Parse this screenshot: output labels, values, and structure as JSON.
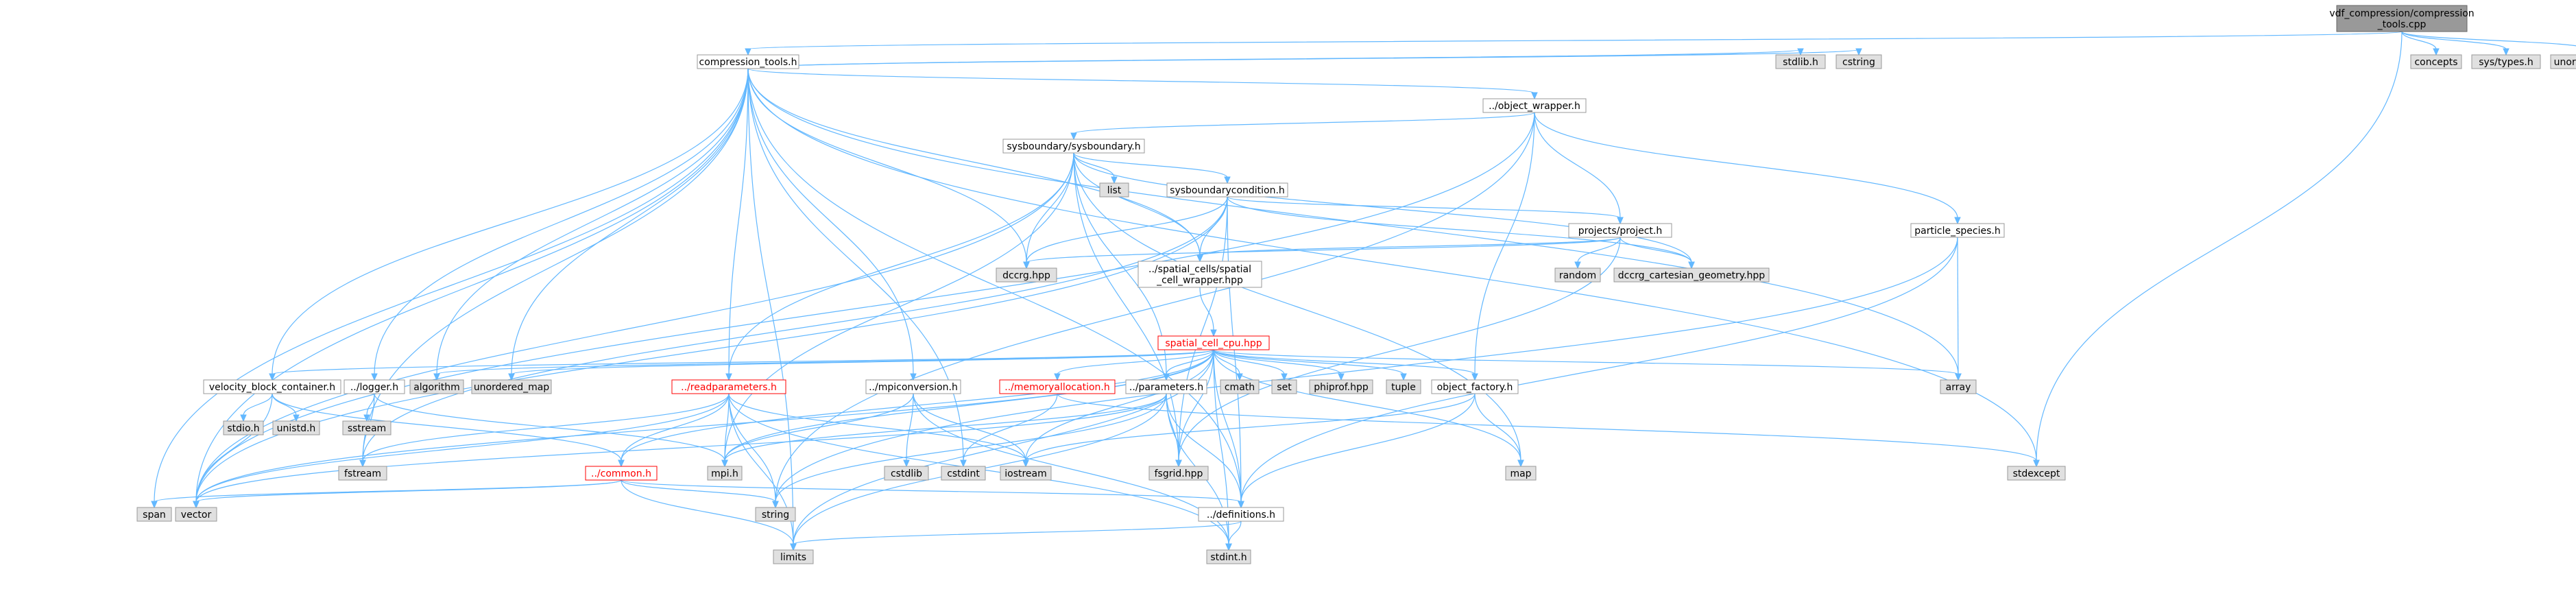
{
  "colors": {
    "edge": "#63b8ff",
    "node_border": "#999999",
    "root_fill": "#999999",
    "external_fill": "#e0e0e0",
    "error_text": "#ff0000"
  },
  "nodes": {
    "root": [
      "vdf_compression/compression",
      "_tools.cpp"
    ],
    "compression_tools": [
      "compression_tools.h"
    ],
    "concepts": [
      "concepts"
    ],
    "sys_types": [
      "sys/types.h"
    ],
    "unordered_set": [
      "unordered_set"
    ],
    "object_wrapper": [
      "../object_wrapper.h"
    ],
    "stdlib": [
      "stdlib.h"
    ],
    "cstring": [
      "cstring"
    ],
    "sysboundary": [
      "sysboundary/sysboundary.h"
    ],
    "list": [
      "list"
    ],
    "sysboundarycondition": [
      "sysboundarycondition.h"
    ],
    "project": [
      "projects/project.h"
    ],
    "random": [
      "random"
    ],
    "dccrg_cartesian": [
      "dccrg_cartesian_geometry.hpp"
    ],
    "particle_species": [
      "particle_species.h"
    ],
    "dccrg": [
      "dccrg.hpp"
    ],
    "spatial_wrapper": [
      "../spatial_cells/spatial",
      "_cell_wrapper.hpp"
    ],
    "spatial_cell_cpu": [
      "spatial_cell_cpu.hpp"
    ],
    "velocity_block_container": [
      "velocity_block_container.h"
    ],
    "logger": [
      "../logger.h"
    ],
    "algorithm": [
      "algorithm"
    ],
    "unordered_map": [
      "unordered_map"
    ],
    "readparameters": [
      "../readparameters.h"
    ],
    "mpiconversion": [
      "../mpiconversion.h"
    ],
    "memoryallocation": [
      "../memoryallocation.h"
    ],
    "parameters": [
      "../parameters.h"
    ],
    "cmath": [
      "cmath"
    ],
    "set": [
      "set"
    ],
    "phiprof": [
      "phiprof.hpp"
    ],
    "tuple": [
      "tuple"
    ],
    "object_factory": [
      "object_factory.h"
    ],
    "array": [
      "array"
    ],
    "stdio": [
      "stdio.h"
    ],
    "unistd": [
      "unistd.h"
    ],
    "sstream": [
      "sstream"
    ],
    "fstream": [
      "fstream"
    ],
    "common": [
      "../common.h"
    ],
    "mpi": [
      "mpi.h"
    ],
    "cstdlib": [
      "cstdlib"
    ],
    "cstdint": [
      "cstdint"
    ],
    "iostream": [
      "iostream"
    ],
    "fsgrid": [
      "fsgrid.hpp"
    ],
    "map": [
      "map"
    ],
    "stdexcept": [
      "stdexcept"
    ],
    "span": [
      "span"
    ],
    "vector": [
      "vector"
    ],
    "string": [
      "string"
    ],
    "definitions": [
      "../definitions.h"
    ],
    "limits": [
      "limits"
    ],
    "stdint": [
      "stdint.h"
    ]
  }
}
